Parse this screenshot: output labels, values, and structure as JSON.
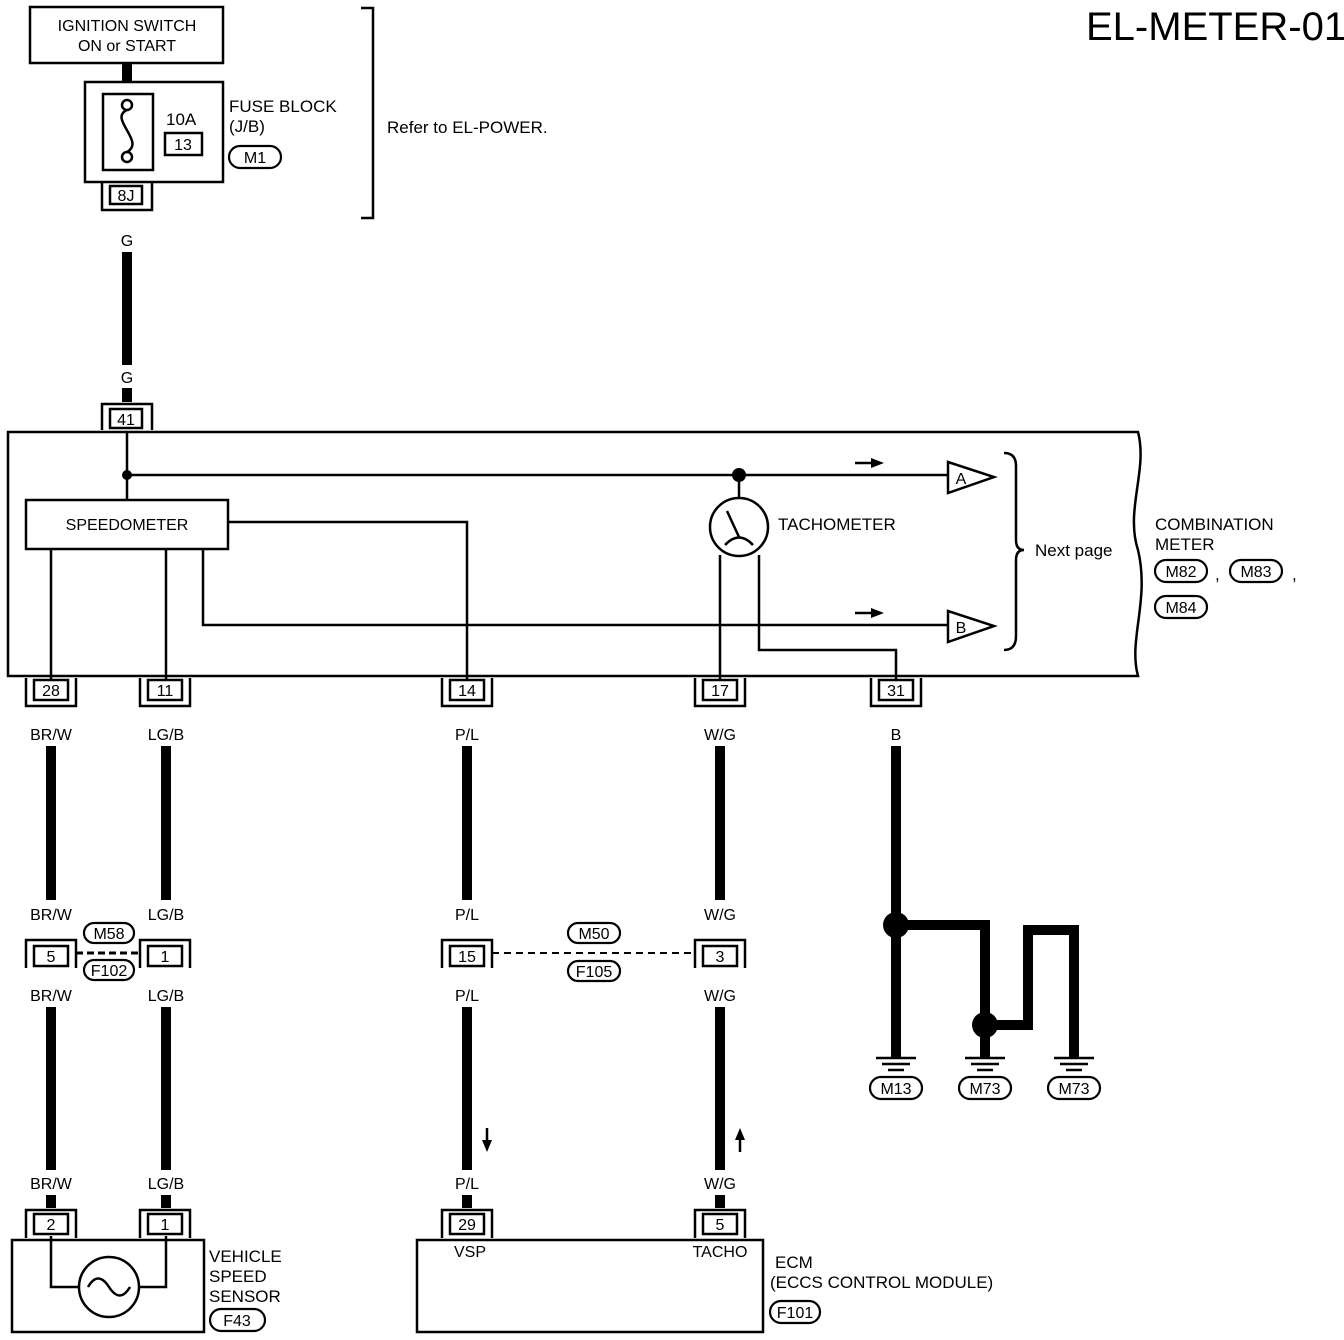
{
  "page_id": "EL-METER-01",
  "ignition": {
    "line1": "IGNITION SWITCH",
    "line2": "ON or START"
  },
  "fuse_block": {
    "title": "FUSE BLOCK",
    "sub": "(J/B)",
    "connector": "M1",
    "amps": "10A",
    "fuse_no": "13",
    "terminal": "8J"
  },
  "refer_text": "Refer to EL-POWER.",
  "meter": {
    "input_terminal": "41",
    "speedometer": "SPEEDOMETER",
    "tachometer": "TACHOMETER",
    "next_page": "Next page",
    "arrow_a": "A",
    "arrow_b": "B",
    "name_line1": "COMBINATION",
    "name_line2": "METER",
    "connectors": [
      "M82",
      "M83",
      "M84"
    ],
    "sep": ","
  },
  "wires": {
    "top_g": "G",
    "t28": "28",
    "t11": "11",
    "t14": "14",
    "t17": "17",
    "t31": "31",
    "brw": "BR/W",
    "lgb": "LG/B",
    "pl": "P/L",
    "wg": "W/G",
    "b": "B"
  },
  "joints": {
    "j1_pin_a": "5",
    "j1_pin_b": "1",
    "j1_conn_top": "M58",
    "j1_conn_bot": "F102",
    "j2_pin_a": "15",
    "j2_pin_b": "3",
    "j2_conn_top": "M50",
    "j2_conn_bot": "F105"
  },
  "grounds": [
    "M13",
    "M73",
    "M73"
  ],
  "vss": {
    "pin_a": "2",
    "pin_b": "1",
    "line1": "VEHICLE",
    "line2": "SPEED",
    "line3": "SENSOR",
    "connector": "F43"
  },
  "ecm": {
    "pin_a": "29",
    "pin_b": "5",
    "label_a": "VSP",
    "label_b": "TACHO",
    "line1": "ECM",
    "line2": "(ECCS CONTROL MODULE)",
    "connector": "F101"
  }
}
